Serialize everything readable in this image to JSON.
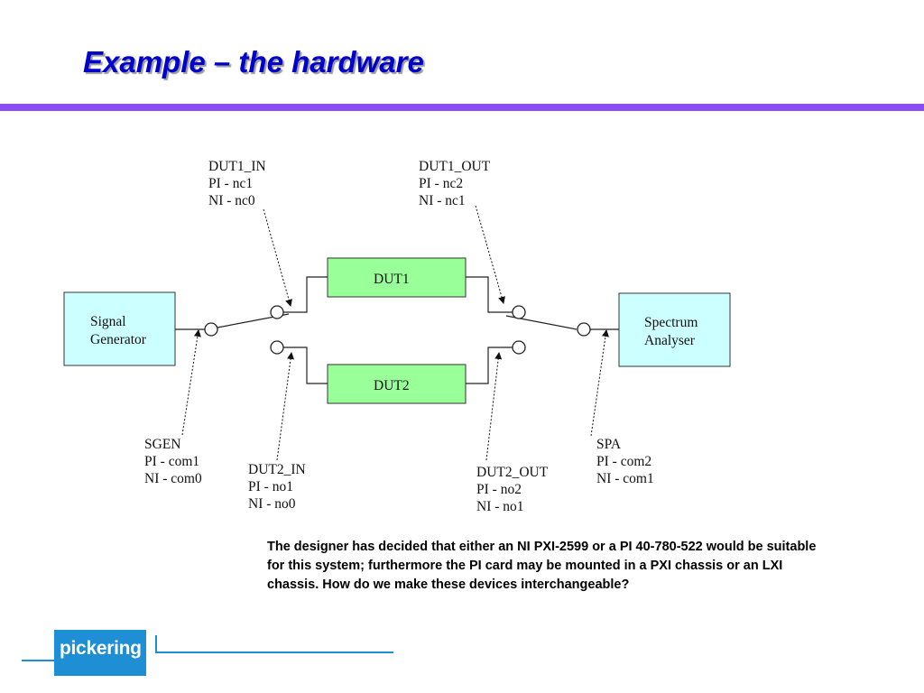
{
  "title": "Example – the hardware",
  "diagram": {
    "blocks": {
      "signal_generator": [
        "Signal",
        "Generator"
      ],
      "spectrum_analyser": [
        "Spectrum",
        "Analyser"
      ],
      "dut1": "DUT1",
      "dut2": "DUT2"
    },
    "labels": {
      "dut1_in": [
        "DUT1_IN",
        "PI - nc1",
        "NI - nc0"
      ],
      "dut1_out": [
        "DUT1_OUT",
        "PI - nc2",
        "NI - nc1"
      ],
      "sgen": [
        "SGEN",
        "PI - com1",
        "NI - com0"
      ],
      "dut2_in": [
        "DUT2_IN",
        "PI - no1",
        "NI - no0"
      ],
      "dut2_out": [
        "DUT2_OUT",
        "PI - no2",
        "NI - no1"
      ],
      "spa": [
        "SPA",
        "PI - com2",
        "NI - com1"
      ]
    },
    "colors": {
      "instrument_fill": "#ccffff",
      "dut_fill": "#99ff99"
    }
  },
  "description": "The designer has decided that either an NI PXI-2599 or a PI 40-780-522 would be suitable for this system; furthermore the PI card may be mounted in a PXI chassis or an LXI chassis.  How do we make these devices interchangeable?",
  "logo": {
    "text": "pickering",
    "color": "#1e8fd4"
  }
}
